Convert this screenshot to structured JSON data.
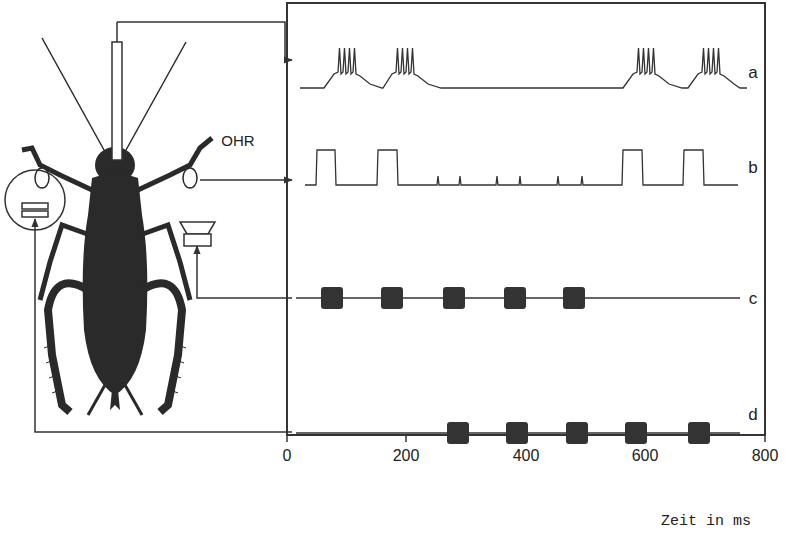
{
  "diagram": {
    "labels": [
      "OHR",
      "a",
      "b",
      "c",
      "d",
      "0",
      "200",
      "400",
      "600",
      "800",
      "Zeit in ms"
    ]
  }
}
